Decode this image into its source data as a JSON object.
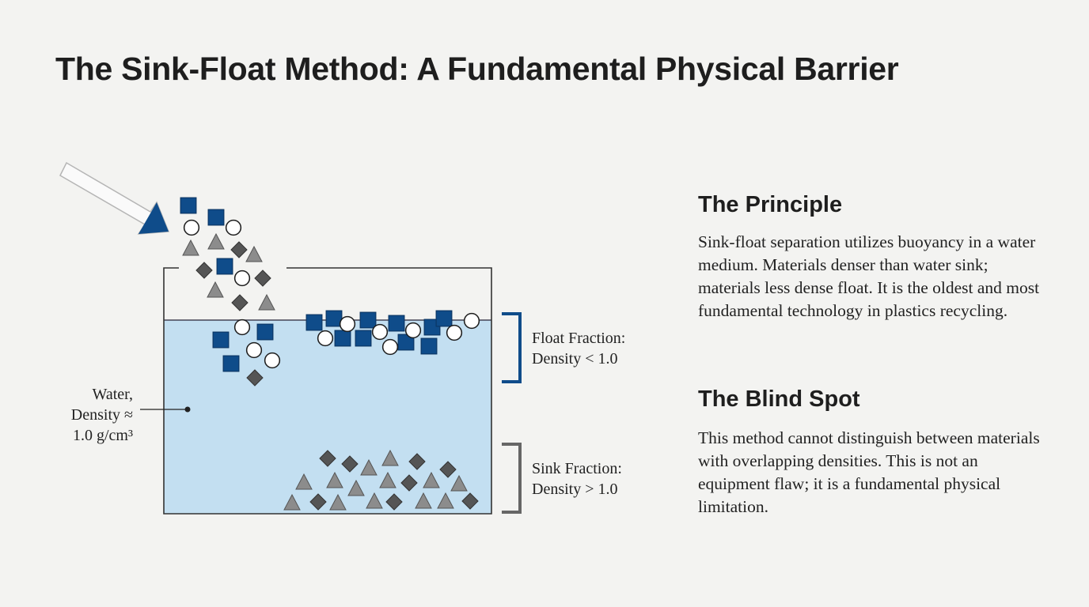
{
  "title": "The Sink-Float Method: A Fundamental Physical Barrier",
  "diagram": {
    "water_label": [
      "Water,",
      "Density ≈",
      "1.0 g/cm³"
    ],
    "float_label": [
      "Float Fraction:",
      "Density < 1.0"
    ],
    "sink_label": [
      "Sink Fraction:",
      "Density > 1.0"
    ],
    "colors": {
      "blue": "#0f4c8a",
      "water": "#c3dff1",
      "triangle": "#8c8c8c",
      "diamond": "#555555",
      "sink_bracket": "#666666"
    }
  },
  "principle": {
    "heading": "The Principle",
    "text": "Sink-float separation utilizes buoyancy in a water medium. Materials denser than water sink; materials less dense float. It is the oldest and most fundamental technology in plastics recycling."
  },
  "blind_spot": {
    "heading": "The Blind Spot",
    "text": "This method cannot distinguish between materials with overlapping densities. This is not an equipment flaw; it is a fundamental physical limitation."
  }
}
